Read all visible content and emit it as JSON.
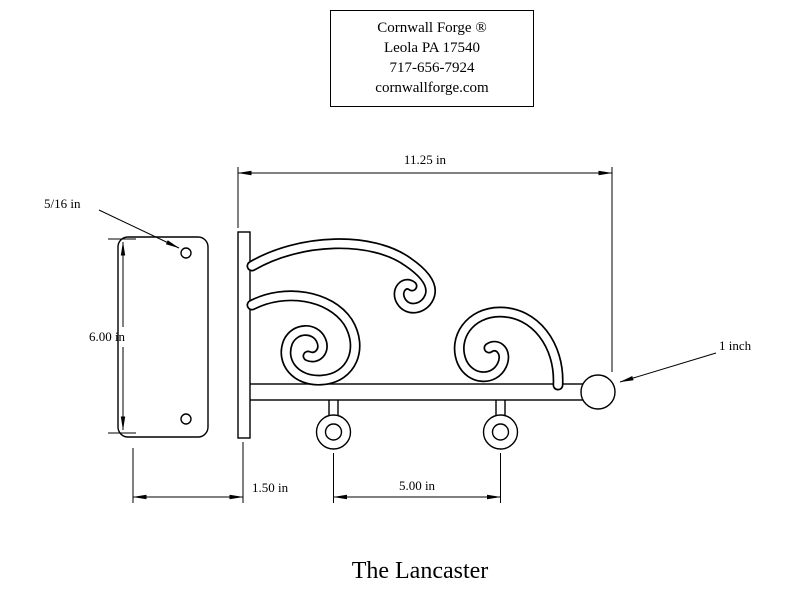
{
  "title_block": {
    "company": "Cornwall Forge ®",
    "address": "Leola PA 17540",
    "phone": "717-656-7924",
    "website": "cornwallforge.com"
  },
  "dimensions": {
    "arm_length": "11.25 in",
    "hole_diameter": "5/16 in",
    "plate_height": "6.00 in",
    "plate_offset": "1.50 in",
    "ring_spacing": "5.00 in",
    "ball_diameter": "1 inch"
  },
  "drawing_title": "The Lancaster",
  "colors": {
    "ink": "#000000",
    "background": "#ffffff"
  }
}
